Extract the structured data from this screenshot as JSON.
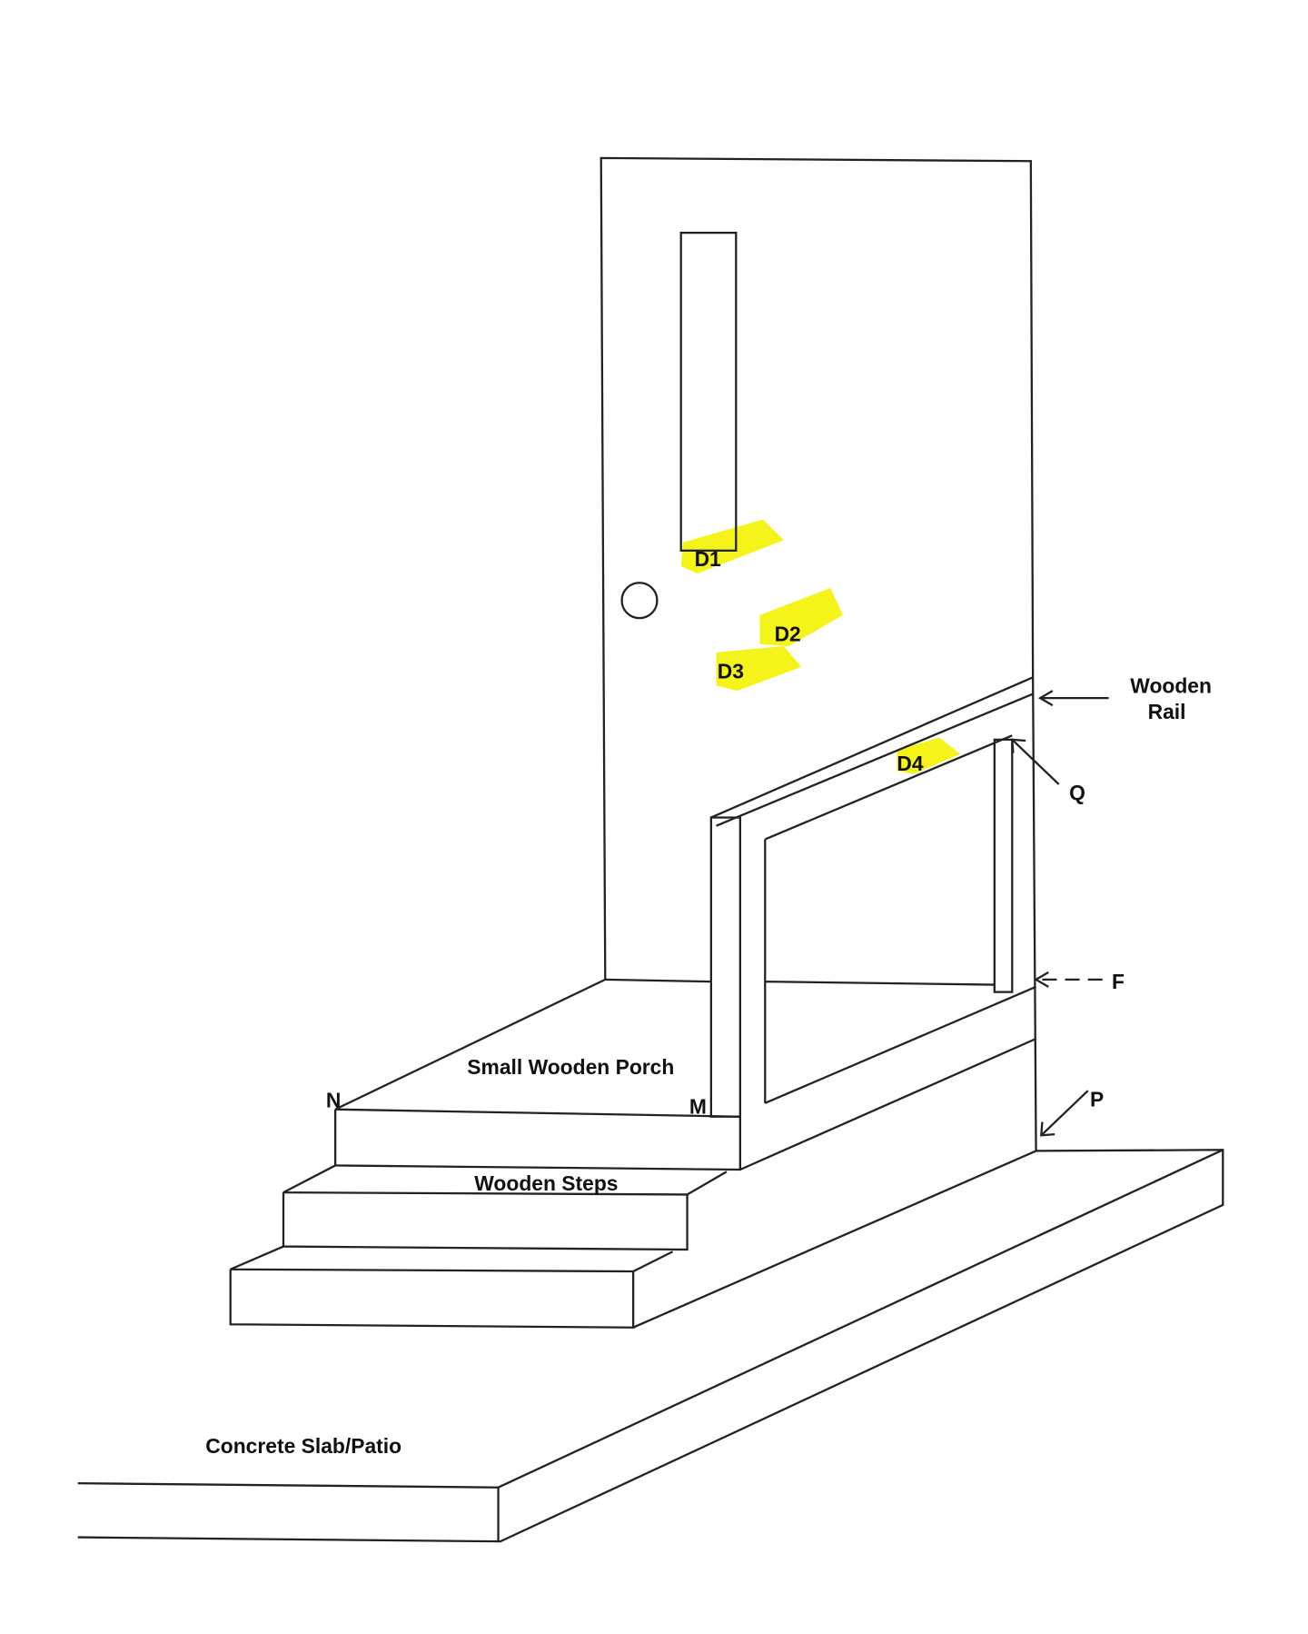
{
  "diagram": {
    "labels": {
      "d1": "D1",
      "d2": "D2",
      "d3": "D3",
      "d4": "D4",
      "wooden_rail_line1": "Wooden",
      "wooden_rail_line2": "Rail",
      "q": "Q",
      "f": "F",
      "p": "P",
      "n": "N",
      "m": "M",
      "porch": "Small Wooden Porch",
      "steps": "Wooden Steps",
      "slab": "Concrete Slab/Patio"
    },
    "colors": {
      "highlight": "#f4f41a",
      "line": "#222222"
    }
  }
}
